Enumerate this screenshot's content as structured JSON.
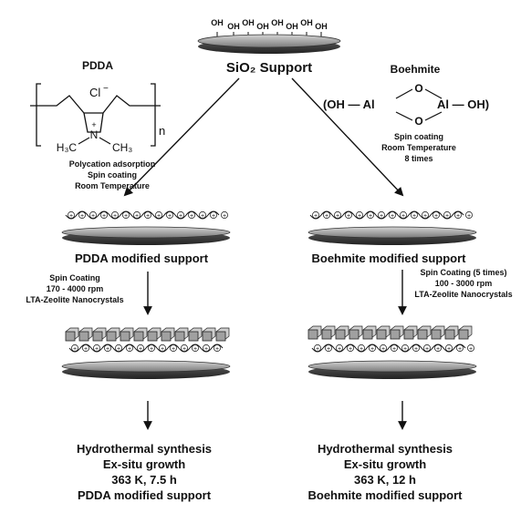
{
  "top": {
    "oh_label": "OH",
    "support_label": "SiO₂ Support"
  },
  "pdda": {
    "title": "PDDA",
    "anion": "Cl",
    "anion_charge": "−",
    "n_label": "n",
    "n_atom": "N",
    "n_charge": "+",
    "methyl_left": "H₃C",
    "methyl_right": "CH₃",
    "conditions": [
      "Polycation adsorption",
      "Spin coating",
      "Room Temperature"
    ]
  },
  "boehmite": {
    "title": "Boehmite",
    "left_group": "(OH — Al",
    "right_group": "Al — OH)",
    "oxygen_top": "O",
    "oxygen_bottom": "O",
    "conditions": [
      "Spin coating",
      "Room Temperature",
      "8 times"
    ]
  },
  "left_column": {
    "modified_label": "PDDA modified support",
    "spin_conditions": [
      "Spin Coating",
      "170 - 4000 rpm",
      "LTA-Zeolite Nanocrystals"
    ],
    "synthesis": [
      "Hydrothermal synthesis",
      "Ex-situ growth",
      "363 K, 7.5 h",
      "PDDA modified support"
    ]
  },
  "right_column": {
    "modified_label": "Boehmite modified support",
    "spin_conditions": [
      "Spin Coating (5 times)",
      "100 - 3000 rpm",
      "LTA-Zeolite Nanocrystals"
    ],
    "synthesis": [
      "Hydrothermal synthesis",
      "Ex-situ growth",
      "363 K,  12 h",
      "Boehmite modified support"
    ]
  },
  "charge_symbol": "+"
}
